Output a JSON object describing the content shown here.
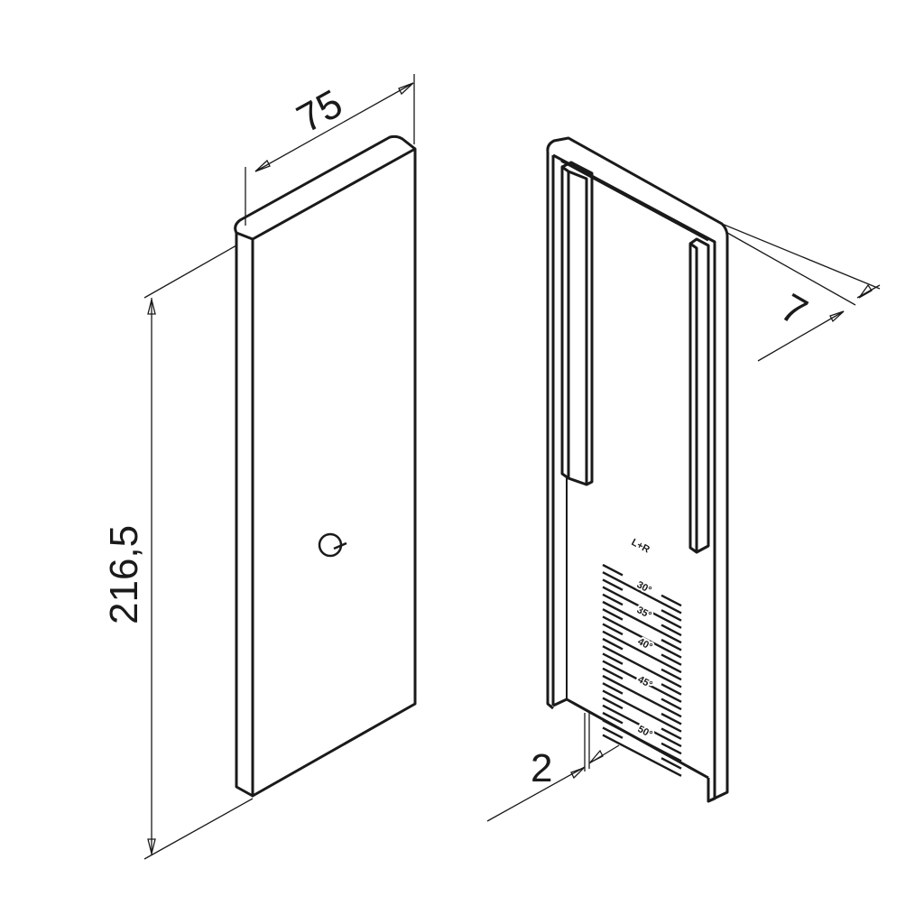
{
  "dimensions": {
    "width": "75",
    "height": "216,5",
    "depth": "7",
    "thickness": "2"
  },
  "marking": "L+R",
  "scale_labels": [
    "30°",
    "35°",
    "40°",
    "45°",
    "50°"
  ],
  "line_color": "#1a1a1a"
}
